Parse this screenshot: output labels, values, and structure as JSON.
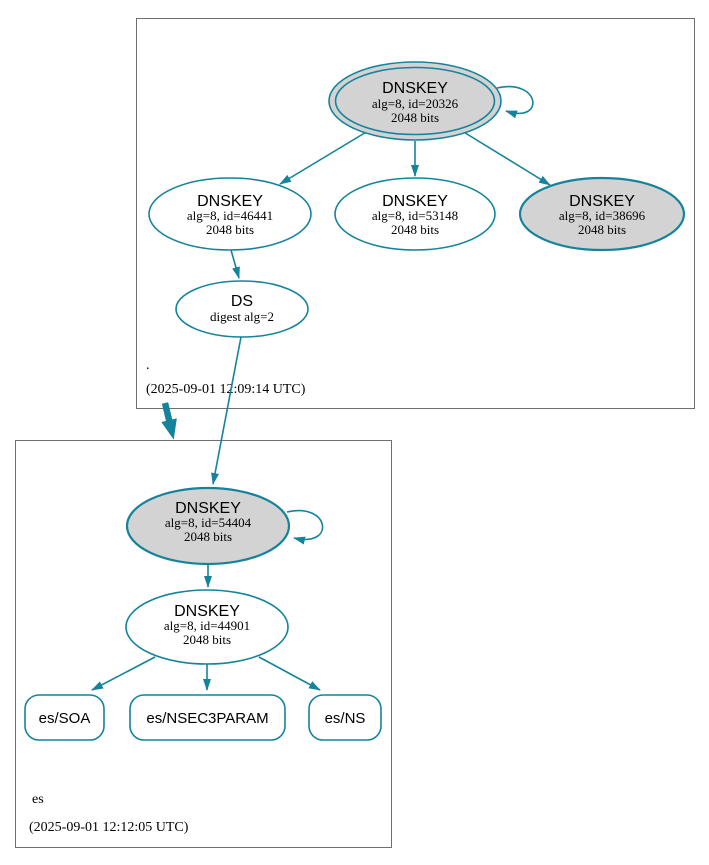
{
  "colors": {
    "edge_teal": "#15839b",
    "node_gray_fill": "#d3d3d3",
    "box_border_gray": "#6e6e6e",
    "text": "#000000"
  },
  "zones": {
    "root": {
      "name": ".",
      "timestamp": "(2025-09-01 12:09:14 UTC)",
      "nodes": {
        "ksk_20326": {
          "title": "DNSKEY",
          "detail1": "alg=8, id=20326",
          "detail2": "2048 bits"
        },
        "zsk_46441": {
          "title": "DNSKEY",
          "detail1": "alg=8, id=46441",
          "detail2": "2048 bits"
        },
        "zsk_53148": {
          "title": "DNSKEY",
          "detail1": "alg=8, id=53148",
          "detail2": "2048 bits"
        },
        "ksk_38696": {
          "title": "DNSKEY",
          "detail1": "alg=8, id=38696",
          "detail2": "2048 bits"
        },
        "ds": {
          "title": "DS",
          "detail1": "digest alg=2"
        }
      }
    },
    "es": {
      "name": "es",
      "timestamp": "(2025-09-01 12:12:05 UTC)",
      "nodes": {
        "ksk_54404": {
          "title": "DNSKEY",
          "detail1": "alg=8, id=54404",
          "detail2": "2048 bits"
        },
        "zsk_44901": {
          "title": "DNSKEY",
          "detail1": "alg=8, id=44901",
          "detail2": "2048 bits"
        },
        "rrset_soa": {
          "label": "es/SOA"
        },
        "rrset_nsec3param": {
          "label": "es/NSEC3PARAM"
        },
        "rrset_ns": {
          "label": "es/NS"
        }
      }
    }
  }
}
